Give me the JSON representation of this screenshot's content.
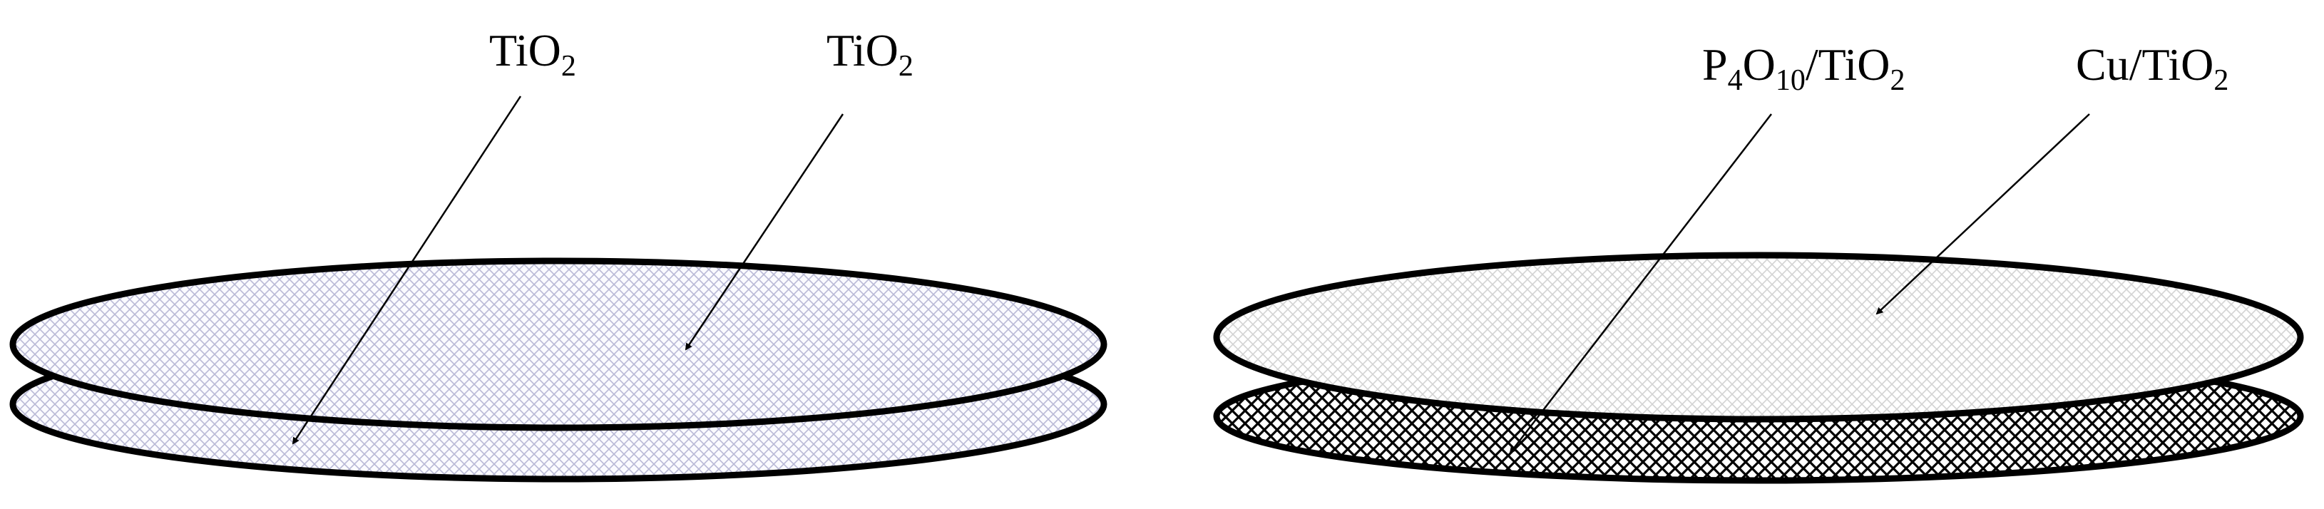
{
  "figure": {
    "left_pair": {
      "top_disc_label": {
        "main": "TiO",
        "sub": "2"
      },
      "bottom_disc_label": {
        "main": "TiO",
        "sub": "2"
      },
      "pattern_color": "#b9b9d6",
      "fill_color": "#fbfbff"
    },
    "right_pair": {
      "top_disc_label": {
        "prefix": "Cu/TiO",
        "sub": "2"
      },
      "bottom_disc_label": {
        "p": "P",
        "p_sub": "4",
        "o": "O",
        "o_sub": "10",
        "rest": "/TiO",
        "rest_sub": "2"
      },
      "top_pattern_color": "#d3d3d3",
      "bottom_pattern_color": "#000000",
      "bottom_fill_color": "#ffffff"
    },
    "outline_color": "#000000"
  }
}
